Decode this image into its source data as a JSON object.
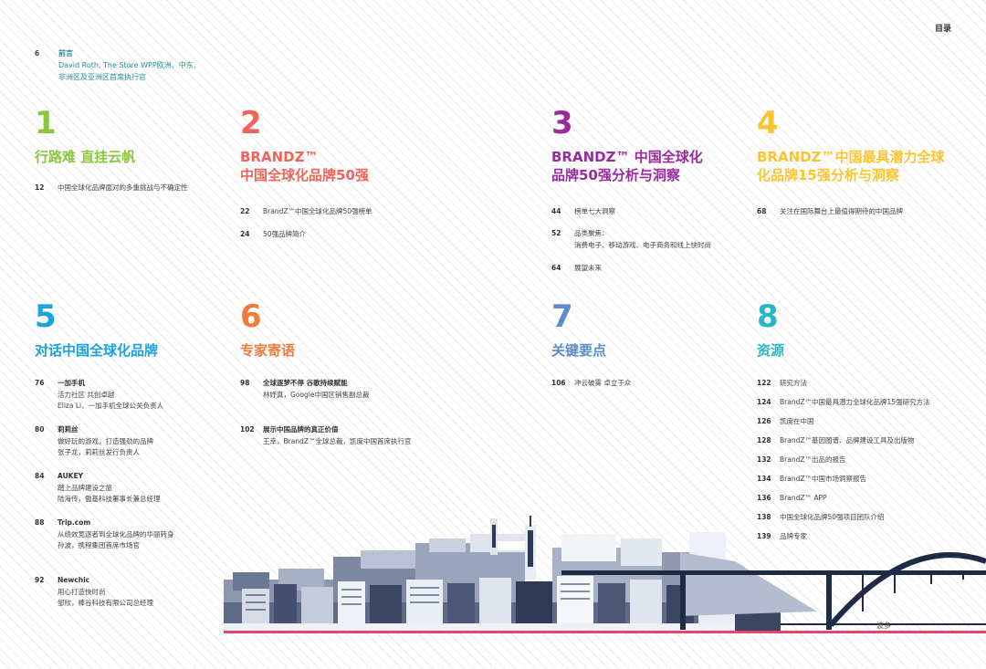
{
  "header": {
    "toc_label": "目录"
  },
  "colors": {
    "s1": "#8cc63f",
    "s2": "#f0645a",
    "s3": "#9b2a9e",
    "s4": "#fbc531",
    "s5": "#1aa3e0",
    "s6": "#f47a3a",
    "s7": "#5b8ccf",
    "s8": "#2ab6c9",
    "accent_line": "#e8456d"
  },
  "preface": {
    "page": "6",
    "title": "前言",
    "line1": "David Roth, The Store WPP欧洲、中东、",
    "line2": "非洲区及亚洲区首席执行官"
  },
  "sections": [
    {
      "num": "1",
      "heading_l1": "行路难 直挂云帆",
      "heading_l2": "",
      "entries": [
        {
          "page": "12",
          "lines": [
            "中国全球化品牌面对的多重挑战与不确定性"
          ]
        }
      ]
    },
    {
      "num": "2",
      "heading_l1": "BRANDZ™",
      "heading_l2": "中国全球化品牌50强",
      "entries": [
        {
          "page": "22",
          "lines": [
            "BrandZ™中国全球化品牌50强榜单"
          ]
        },
        {
          "page": "24",
          "lines": [
            "50强品牌简介"
          ]
        }
      ]
    },
    {
      "num": "3",
      "heading_l1": "BRANDZ™ 中国全球化",
      "heading_l2": "品牌50强分析与洞察",
      "entries": [
        {
          "page": "44",
          "lines": [
            "榜单七大洞察"
          ]
        },
        {
          "page": "52",
          "lines": [
            "品类聚焦：",
            "消费电子、移动游戏、电子商务和线上快时尚"
          ]
        },
        {
          "page": "64",
          "lines": [
            "展望未来"
          ]
        }
      ]
    },
    {
      "num": "4",
      "heading_l1": "BRANDZ™中国最具潜力全球",
      "heading_l2": "化品牌15强分析与洞察",
      "entries": [
        {
          "page": "68",
          "lines": [
            "关注在国际舞台上最值得期待的中国品牌"
          ]
        }
      ]
    },
    {
      "num": "5",
      "heading_l1": "对话中国全球化品牌",
      "heading_l2": "",
      "entries": [
        {
          "page": "76",
          "title": "一加手机",
          "lines": [
            "活力社区 共创卓越",
            "Eliza Li，一加手机全球公关负责人"
          ]
        },
        {
          "page": "80",
          "title": "莉莉丝",
          "lines": [
            "做好玩的游戏，打造强劲的品牌",
            "张子龙，莉莉丝发行负责人"
          ]
        },
        {
          "page": "84",
          "title": "AUKEY",
          "lines": [
            "踏上品牌建设之旅",
            "陆海传，傲基科技董事长兼总经理"
          ]
        },
        {
          "page": "88",
          "title": "Trip.com",
          "lines": [
            "从绩效竞逐者到全球化品牌的华丽转身",
            "孙波，携程集团首席市场官"
          ]
        },
        {
          "page": "92",
          "title": "Newchic",
          "lines": [
            "用心打造快时尚",
            "邹欣，棒谷科技有限公司总经理"
          ]
        }
      ]
    },
    {
      "num": "6",
      "heading_l1": "专家寄语",
      "heading_l2": "",
      "entries": [
        {
          "page": "98",
          "title": "全球逐梦不停 谷歌持续赋能",
          "lines": [
            "林妤真，Google中国区销售副总裁"
          ]
        },
        {
          "page": "102",
          "title": "展示中国品牌的真正价值",
          "lines": [
            "王幸，BrandZ™全球总裁，凯度中国首席执行官"
          ]
        }
      ]
    },
    {
      "num": "7",
      "heading_l1": "关键要点",
      "heading_l2": "",
      "entries": [
        {
          "page": "106",
          "lines": [
            "冲云破雾 卓立于众"
          ]
        }
      ]
    },
    {
      "num": "8",
      "heading_l1": "资源",
      "heading_l2": "",
      "entries": [
        {
          "page": "122",
          "lines": [
            "研究方法"
          ]
        },
        {
          "page": "124",
          "lines": [
            "BrandZ™中国最具潜力全球化品牌15强研究方法"
          ]
        },
        {
          "page": "126",
          "lines": [
            "凯度在中国"
          ]
        },
        {
          "page": "128",
          "lines": [
            "BrandZ™基因图谱、品牌建设工具及出版物"
          ]
        },
        {
          "page": "132",
          "lines": [
            "BrandZ™出品的报告"
          ]
        },
        {
          "page": "134",
          "lines": [
            "BrandZ™中国市场洞察报告"
          ]
        },
        {
          "page": "136",
          "lines": [
            "BrandZ™ APP"
          ]
        },
        {
          "page": "138",
          "lines": [
            "中国全球化品牌50强项目团队介绍"
          ]
        },
        {
          "page": "139",
          "lines": [
            "品牌专家"
          ]
        }
      ]
    }
  ],
  "illustration": {
    "caption": "波多",
    "icon": "porto-skyline-illustration"
  }
}
